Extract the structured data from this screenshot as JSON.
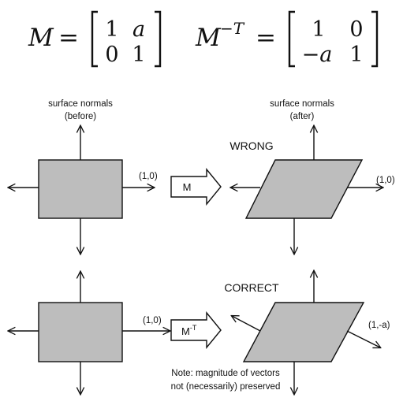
{
  "colors": {
    "shape_fill": "#bdbdbd",
    "stroke": "#111111",
    "background": "#ffffff"
  },
  "equations": {
    "m_symbol": "M",
    "equals": "=",
    "m_matrix": [
      [
        "1",
        "a"
      ],
      [
        "0",
        "1"
      ]
    ],
    "mt_base": "M",
    "mt_exponent": "−T",
    "mt_matrix": [
      [
        "1",
        "0"
      ],
      [
        "−a",
        "1"
      ]
    ]
  },
  "labels": {
    "normals_before_line1": "surface normals",
    "normals_before_line2": "(before)",
    "normals_after_line1": "surface normals",
    "normals_after_line2": "(after)",
    "wrong": "WRONG",
    "correct": "CORRECT",
    "vector_top_left": "(1,0)",
    "vector_top_right": "(1,0)",
    "vector_bottom_left": "(1,0)",
    "vector_bottom_right": "(1,-a)",
    "arrow_m": "M",
    "arrow_mt_base": "M",
    "arrow_mt_sup": "-T",
    "note_line1": "Note:  magnitude of vectors",
    "note_line2": "not (necessarily) preserved"
  }
}
